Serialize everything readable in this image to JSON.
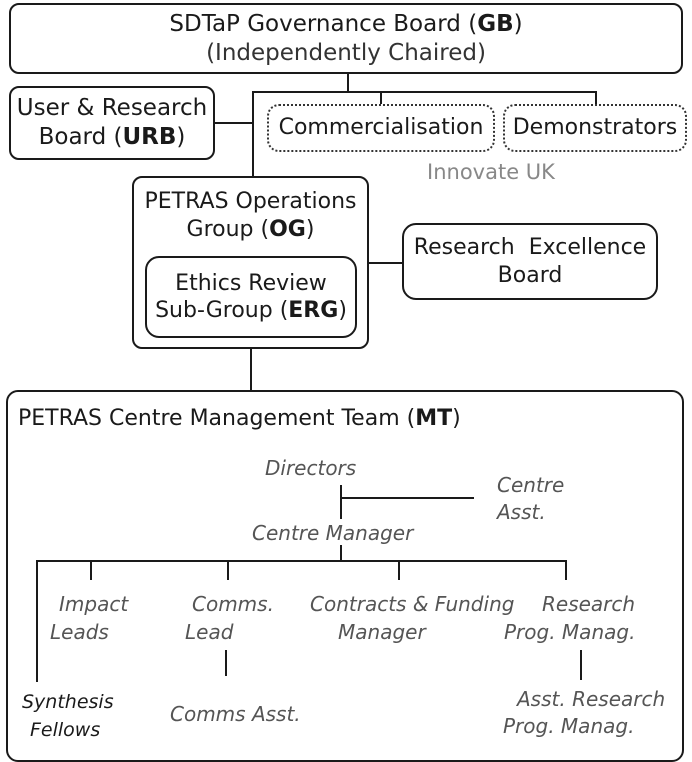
{
  "gb": {
    "title": "SDTaP Governance Board",
    "abbr": "GB",
    "subtitle": "(Independently Chaired)"
  },
  "urb": {
    "line1": "User & Research",
    "line2": "Board",
    "abbr": "URB"
  },
  "commercialisation": "Commercialisation",
  "demonstrators": "Demonstrators",
  "innovate_uk": "Innovate UK",
  "og": {
    "line1": "PETRAS Operations",
    "line2": "Group",
    "abbr": "OG"
  },
  "erg": {
    "line1": "Ethics Review",
    "line2": "Sub-Group",
    "abbr": "ERG"
  },
  "reb": {
    "line1": "Research  Excellence",
    "line2": "Board"
  },
  "mt": {
    "title": "PETRAS Centre Management Team",
    "abbr": "MT"
  },
  "roles": {
    "directors": "Directors",
    "centre_asst_1": "Centre",
    "centre_asst_2": "Asst.",
    "centre_manager": "Centre Manager",
    "impact_1": "Impact",
    "impact_2": "Leads",
    "comms_1": "Comms.",
    "comms_2": "Lead",
    "contracts_1": "Contracts & Funding",
    "contracts_2": "Manager",
    "research_1": "Research",
    "research_2": "Prog. Manag.",
    "comms_asst": "Comms Asst.",
    "asst_research_1": "Asst. Research",
    "asst_research_2": "Prog. Manag.",
    "synthesis_1": "Synthesis",
    "synthesis_2": "Fellows"
  }
}
